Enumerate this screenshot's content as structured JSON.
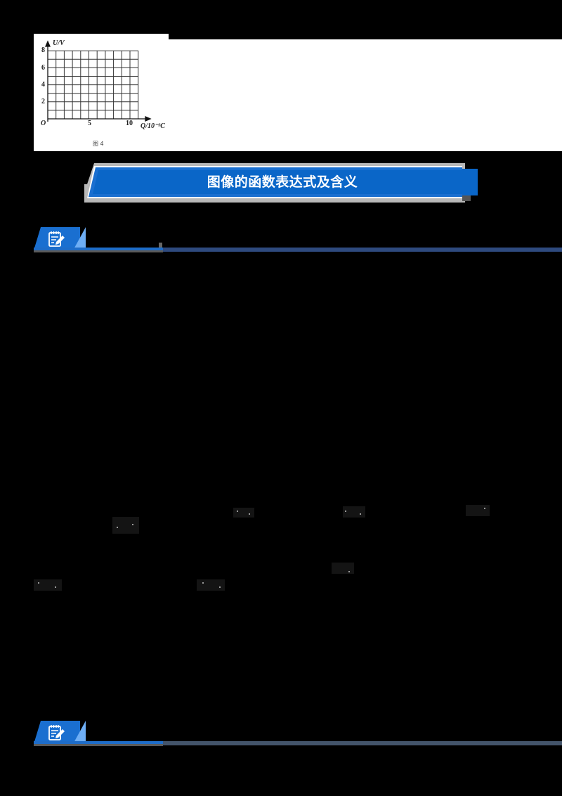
{
  "figure": {
    "caption": "图 4",
    "y_axis_label": "U/V",
    "x_axis_label": "Q/10⁻³C",
    "origin_label": "O",
    "y_ticks": [
      "2",
      "4",
      "6",
      "8"
    ],
    "x_ticks": [
      "5",
      "10"
    ]
  },
  "chart_data": {
    "type": "line",
    "title": "",
    "caption": "图 4",
    "xlabel": "Q/10⁻³C",
    "ylabel": "U/V",
    "xlim": [
      0,
      11
    ],
    "ylim": [
      0,
      8
    ],
    "x_ticks": [
      0,
      5,
      10
    ],
    "y_ticks": [
      2,
      4,
      6,
      8
    ],
    "grid": true,
    "grid_step": {
      "x": 1,
      "y": 1
    },
    "series": []
  },
  "banner": {
    "title": "图像的函数表达式及含义",
    "color": "#0a66c8"
  },
  "sections": [
    {
      "icon": "notepad-pencil-icon",
      "accent": "#1a6fd0",
      "rule_color": "#2e4a7e"
    },
    {
      "icon": "notepad-pencil-icon",
      "accent": "#1a6fd0",
      "rule_color": "#43546a"
    }
  ],
  "colors": {
    "page_background": "#000000",
    "primary_blue": "#0a66c8",
    "light_blue": "#6eaef5",
    "navy_rule": "#2e4a7e"
  }
}
